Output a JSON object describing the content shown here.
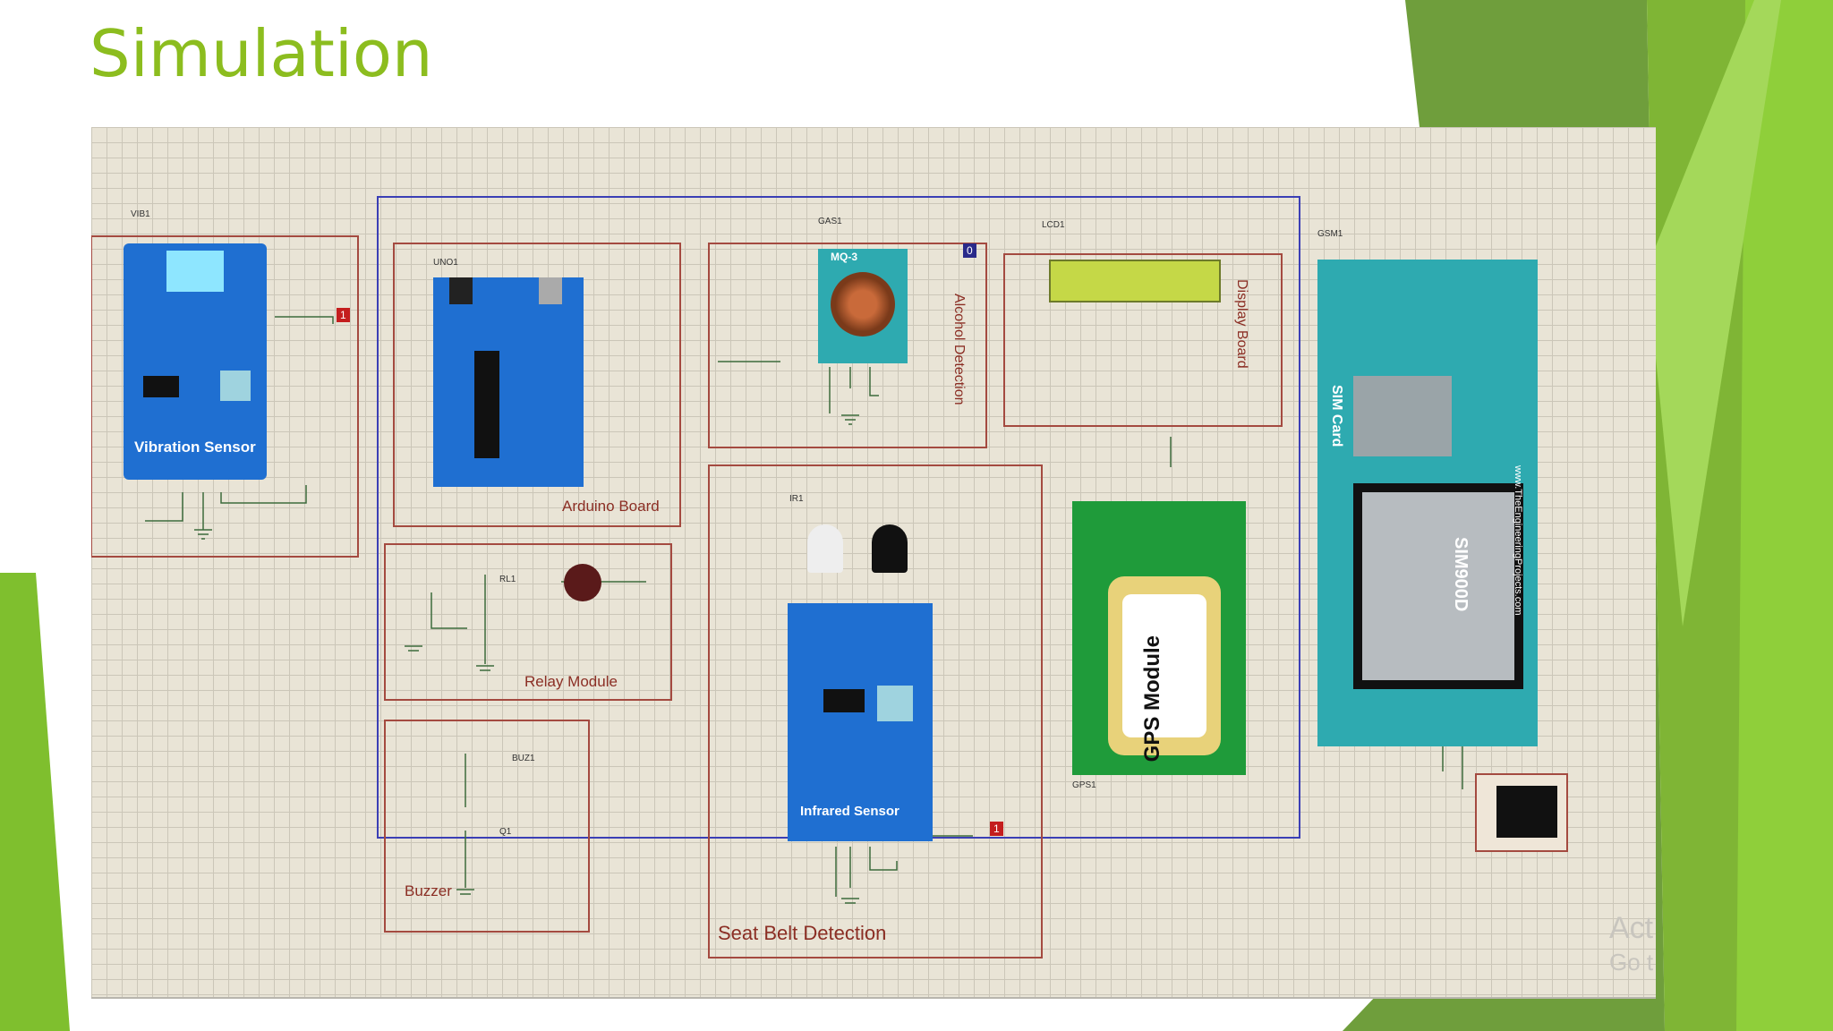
{
  "slide": {
    "title": "Simulation"
  },
  "labels": {
    "vibration_sensor": "Vibration Sensor",
    "arduino_board": "Arduino Board",
    "alcohol_detection": "Alcohol Detection",
    "display_board": "Display Board",
    "relay_module": "Relay Module",
    "buzzer": "Buzzer",
    "seat_belt_detection": "Seat Belt Detection",
    "infrared_sensor": "Infrared Sensor",
    "gps_module": "GPS Module",
    "sim_card": "SIM Card",
    "sim900d": "SIM900D",
    "mq3": "MQ-3",
    "website": "www.TheEngineeringProjects.com"
  },
  "refs": {
    "vib": "VIB1",
    "gas": "GAS1",
    "lcd": "LCD1",
    "gsm": "GSM1",
    "ir": "IR1",
    "gps": "GPS1",
    "buz": "BUZ1",
    "rl": "RL1",
    "q": "Q1",
    "uno": "UNO1"
  },
  "probes": {
    "vib": "1",
    "gas": "0",
    "ir": "1"
  },
  "watermark": {
    "line1": "Act",
    "line2": "Go t"
  },
  "colors": {
    "title": "#8cbd1f",
    "green_dark": "#6a9e2b",
    "green_light": "#8cc33b",
    "board_blue": "#1f6fd1",
    "board_teal": "#2eaab0",
    "gps_green": "#1f9b3a"
  }
}
